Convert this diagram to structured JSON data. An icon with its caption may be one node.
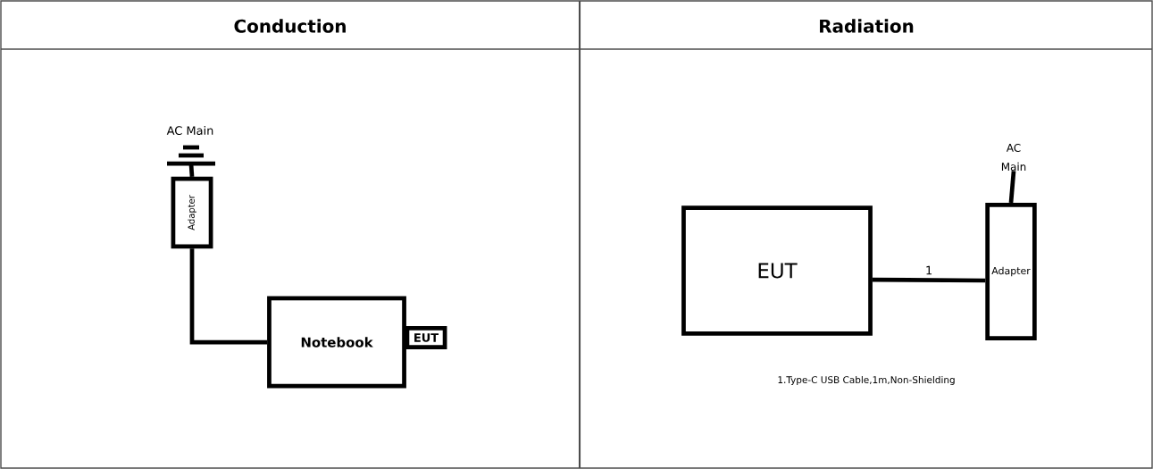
{
  "diagram": {
    "nodes": [
      {
        "text": [],
        "shape": "ground",
        "beside": [
          "AC Main"
        ]
      },
      {
        "text": [
          "Adapter"
        ]
      },
      {
        "text": [
          "Notebook"
        ]
      },
      {
        "text": [
          "EUT"
        ]
      },
      {
        "text": [
          "EUT"
        ]
      },
      {
        "text": [
          "Adapter"
        ]
      },
      {
        "text": [
          "AC Main"
        ]
      }
    ],
    "edges": [
      {
        "from": 1,
        "to": 0,
        "arrow": "none"
      },
      {
        "from": 1,
        "to": 2,
        "arrow": "none"
      },
      {
        "from": 4,
        "to": 5,
        "arrow": "none",
        "label": "1"
      },
      {
        "from": 5,
        "to": 6,
        "arrow": "none"
      }
    ],
    "labels": [
      "Conduction",
      "Radiation",
      "1.Type-C USB Cable,1m,Non-Shielding"
    ]
  }
}
